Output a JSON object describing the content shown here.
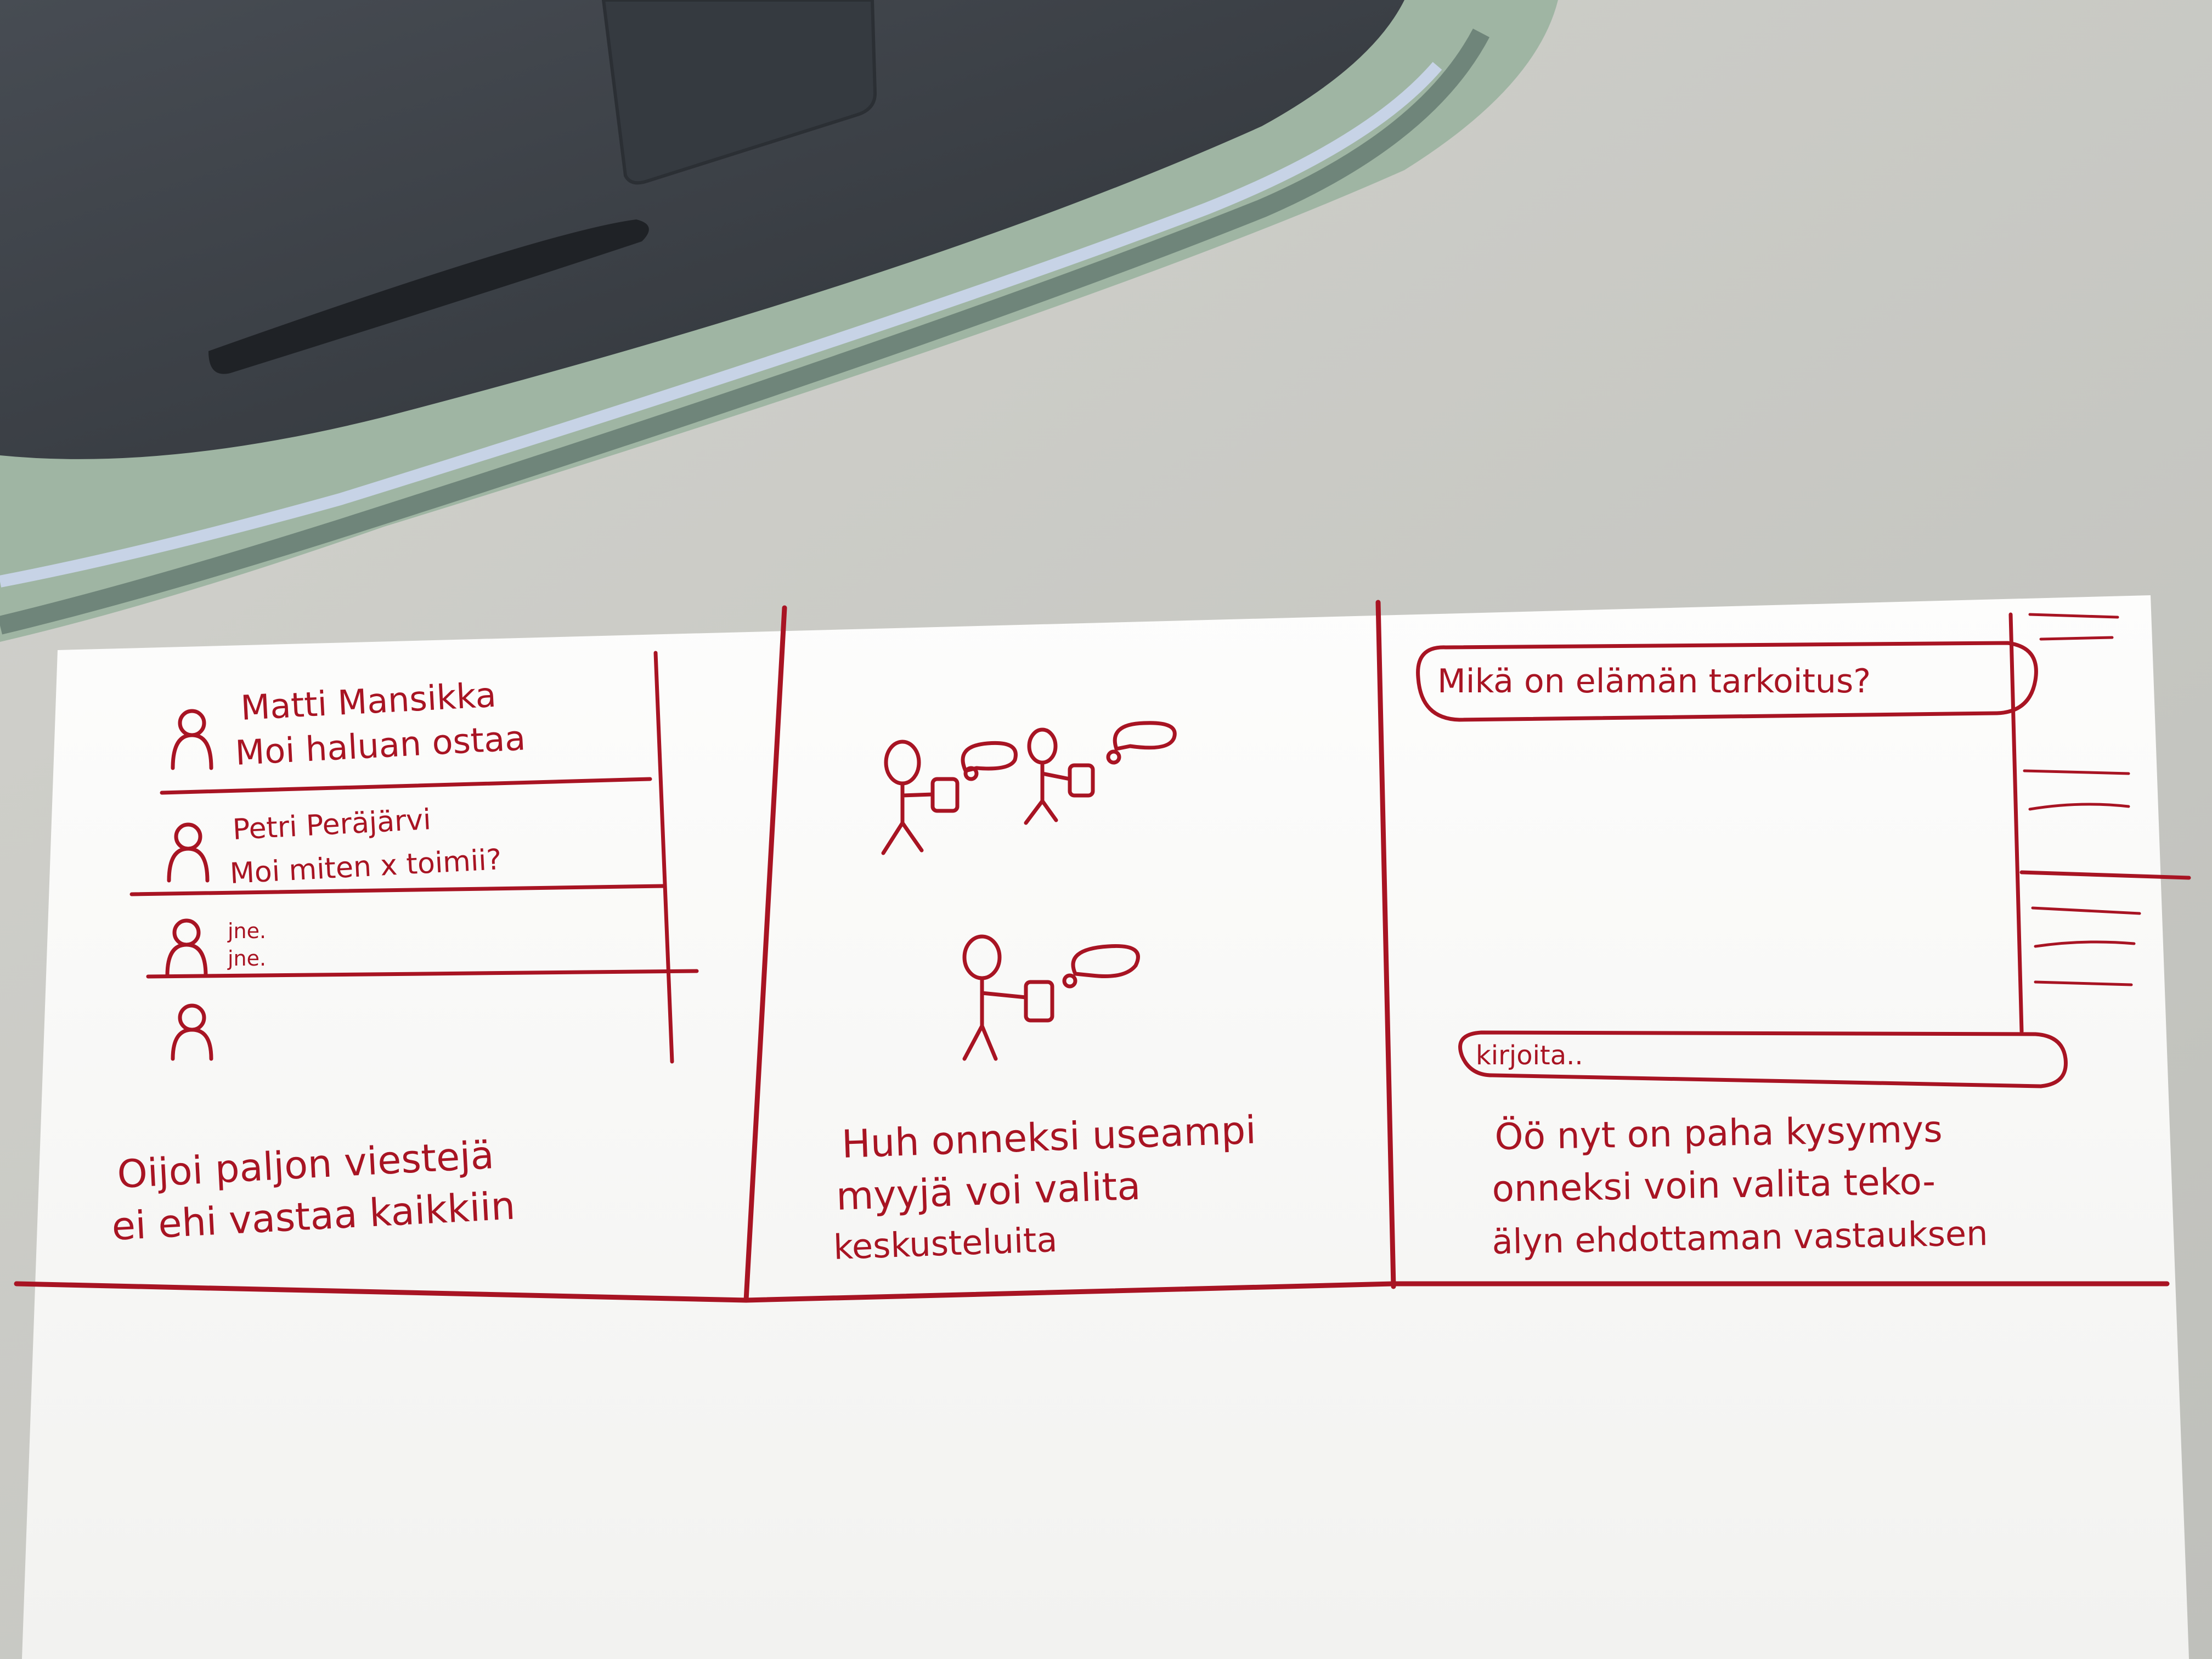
{
  "storyboard": {
    "panel_1": {
      "chat_list": [
        {
          "name": "Matti Mansikka",
          "message": "Moi haluan ostaa"
        },
        {
          "name": "Petri Peräjärvi",
          "message": "Moi miten x toimii?"
        },
        {
          "name": "jne.",
          "message": "jne."
        }
      ],
      "caption_line_1": "Oijoi paljon viestejä",
      "caption_line_2": "ei ehi vastaa kaikkiin"
    },
    "panel_2": {
      "caption_line_1": "Huh onneksi useampi",
      "caption_line_2": "myyjä voi valita",
      "caption_line_3": "keskusteluita"
    },
    "panel_3": {
      "question": "Mikä on elämän tarkoitus?",
      "input_placeholder": "kirjoita..",
      "caption_line_1": "Öö nyt on paha kysymys",
      "caption_line_2": "onneksi voin valita teko-",
      "caption_line_3": "älyn ehdottaman vastauksen"
    }
  },
  "colors": {
    "ink": "#a81423",
    "paper": "#fbfbfa",
    "desk": "#cbcbc6",
    "laptop": "#3c4148",
    "sleeve": "#9fb5a3"
  }
}
